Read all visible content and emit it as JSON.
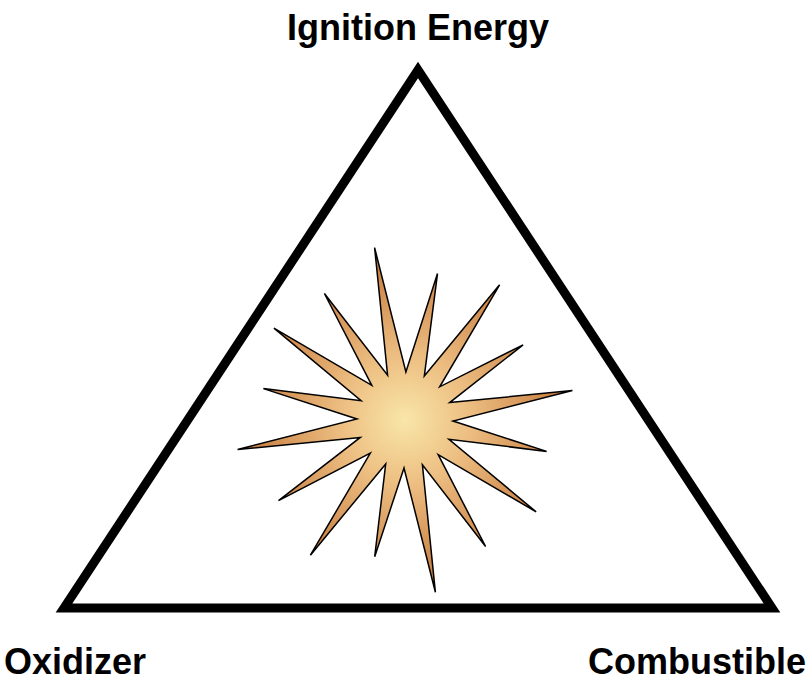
{
  "diagram": {
    "labels": [
      "Ignition Energy",
      "Oxidizer",
      "Combustible"
    ]
  }
}
